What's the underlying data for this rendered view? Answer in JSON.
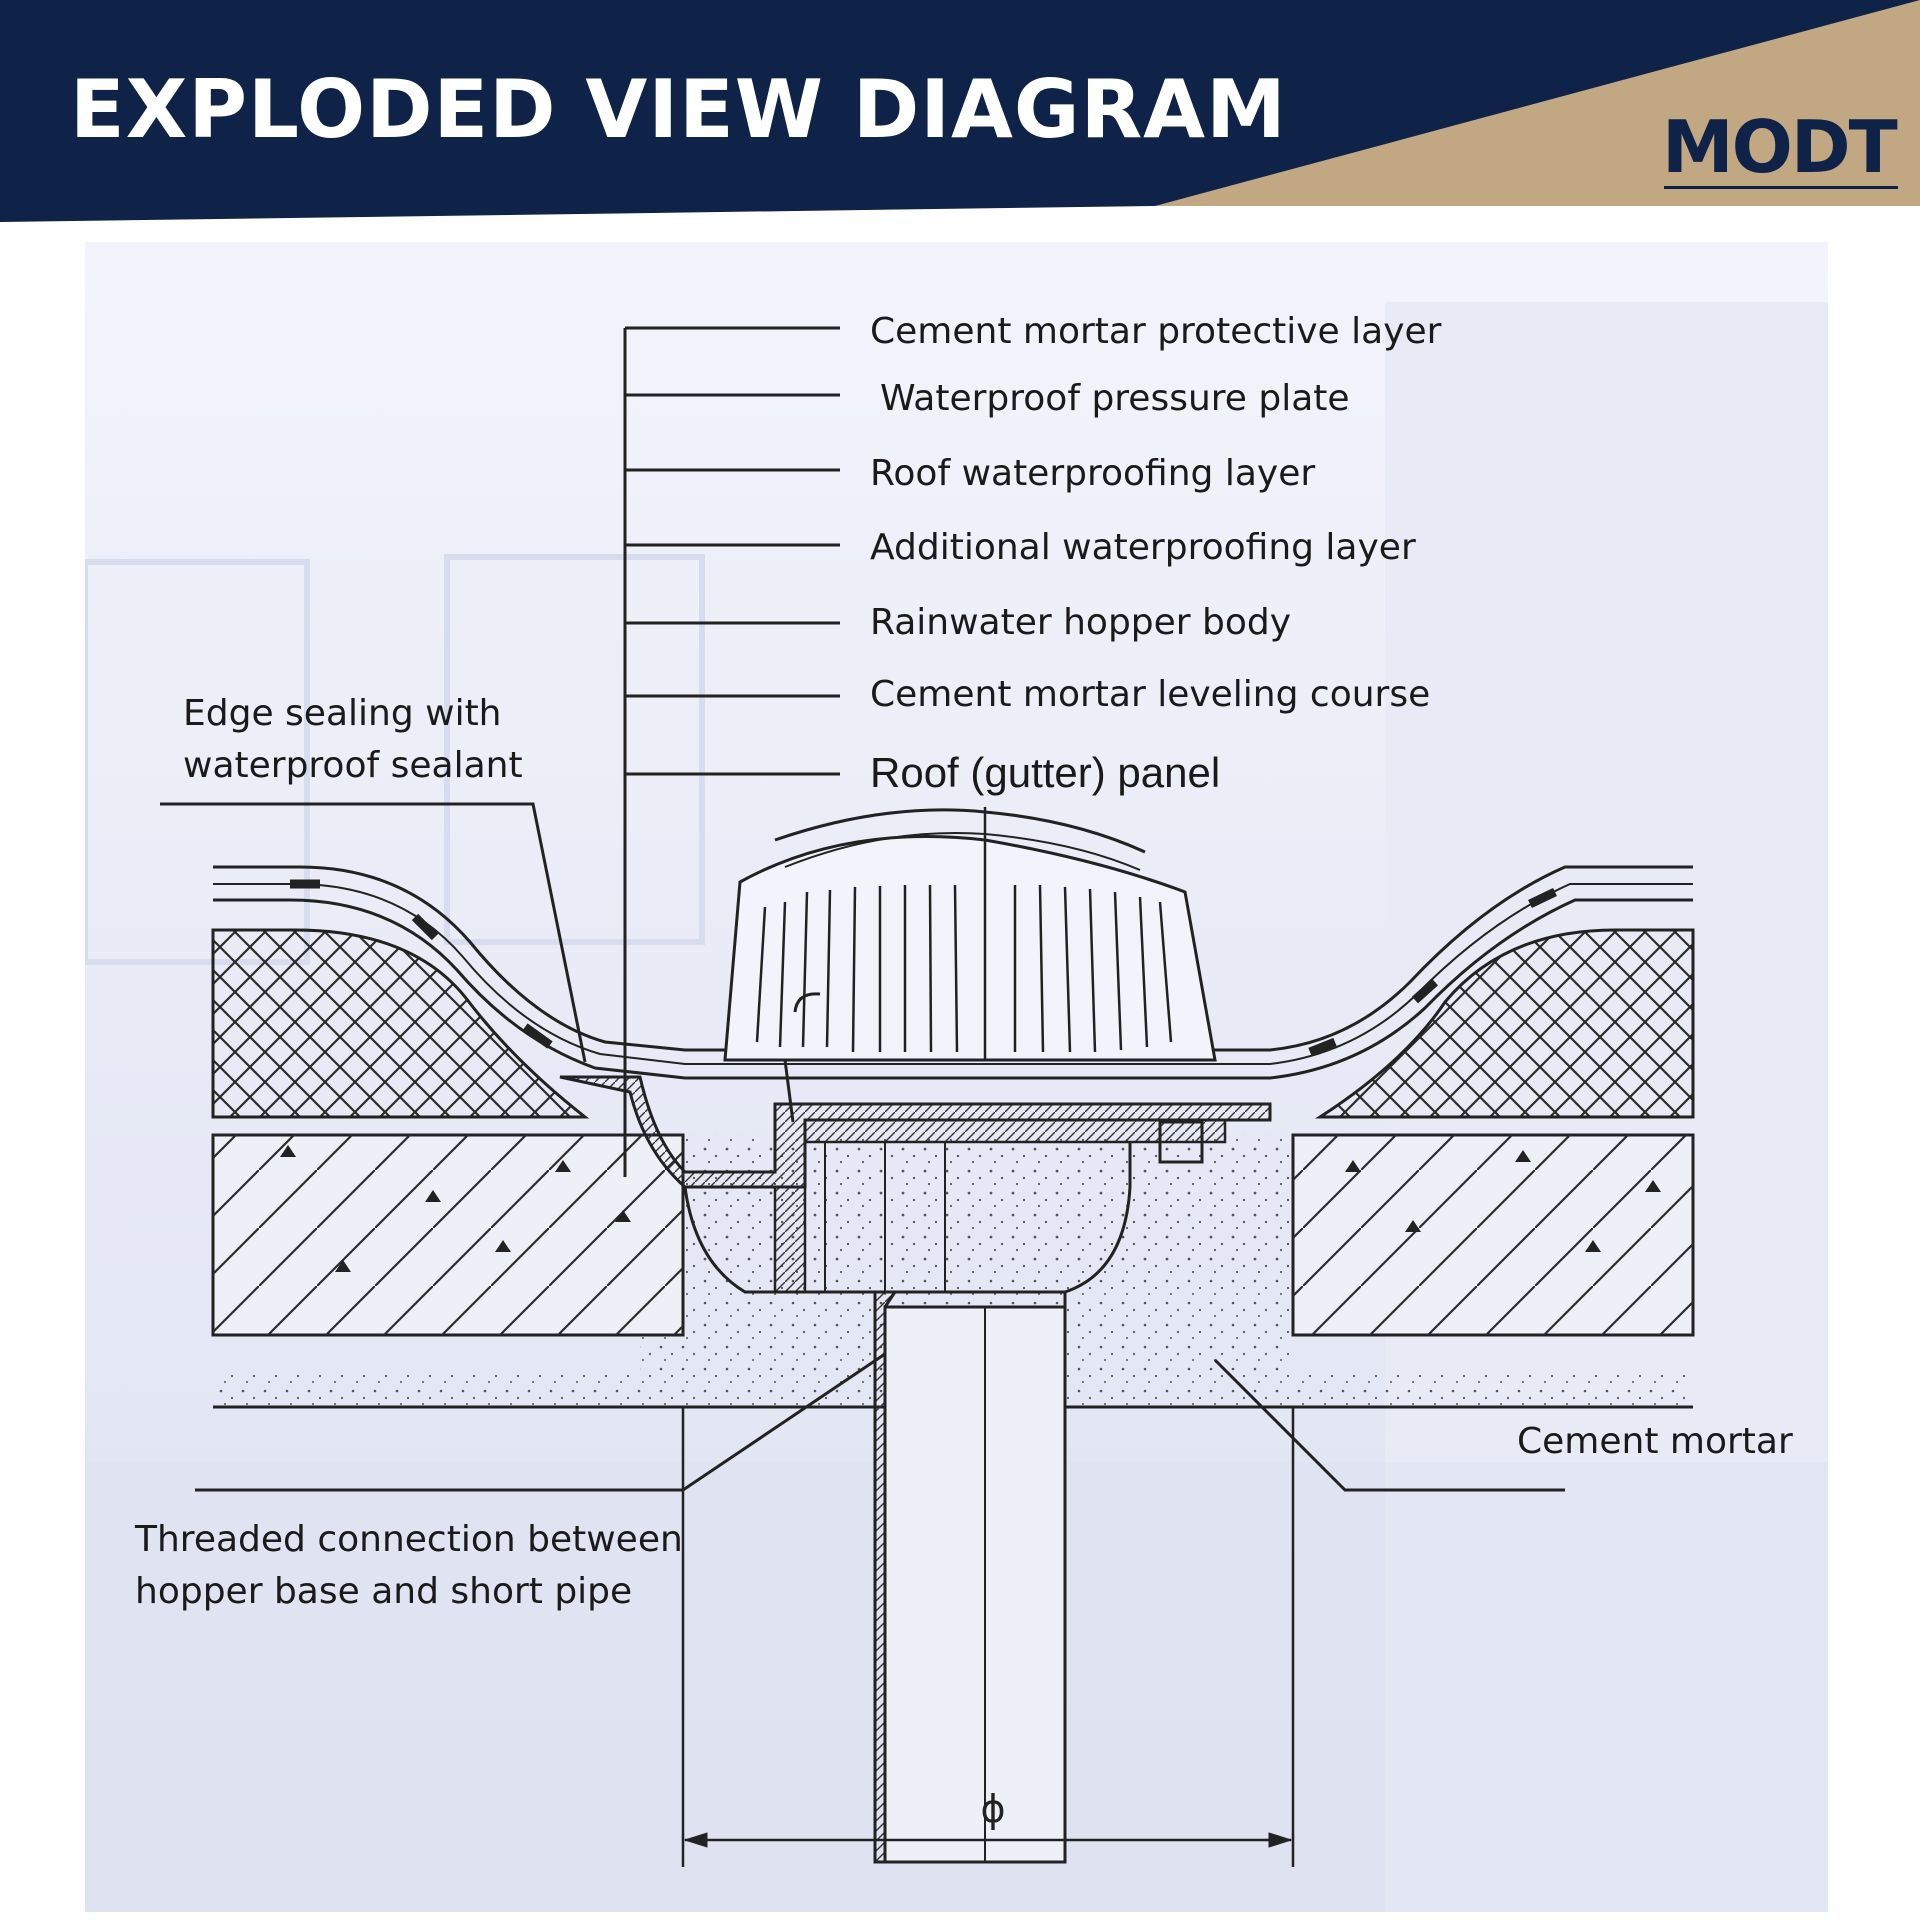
{
  "header": {
    "title": "EXPLODED VIEW DIAGRAM",
    "logo_text": "MODT",
    "colors": {
      "navy": "#0f2349",
      "tan": "#c2a882",
      "panel": "#eef0f8"
    }
  },
  "diagram": {
    "layer_labels": [
      "Cement mortar protective layer",
      "Waterproof pressure plate",
      "Roof waterproofing layer",
      "Additional waterproofing layer",
      "Rainwater hopper body",
      "Cement mortar leveling course",
      "Roof (gutter) panel"
    ],
    "callouts": {
      "edge_sealing_line1": "Edge sealing with",
      "edge_sealing_line2": "waterproof sealant",
      "threaded_line1": "Threaded connection between",
      "threaded_line2": "hopper base and short pipe",
      "cement_mortar": "Cement mortar"
    },
    "diameter_symbol": "ϕ"
  }
}
